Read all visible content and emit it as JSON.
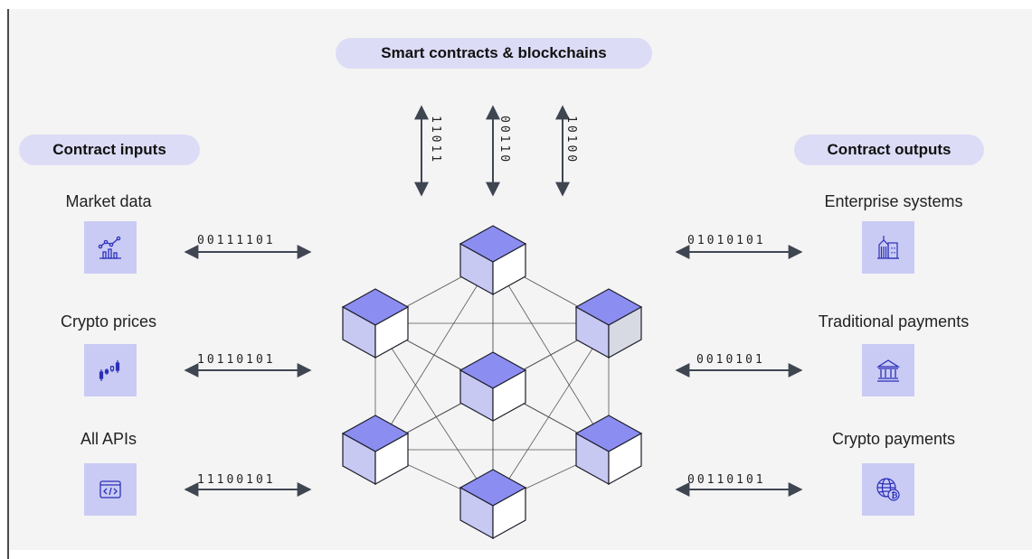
{
  "header": {
    "title": "Smart contracts & blockchains"
  },
  "inputs": {
    "heading": "Contract inputs",
    "items": [
      {
        "label": "Market data",
        "icon": "chart-icon",
        "bits": "00111101"
      },
      {
        "label": "Crypto prices",
        "icon": "candlestick-icon",
        "bits": "10110101"
      },
      {
        "label": "All APIs",
        "icon": "api-code-icon",
        "bits": "11100101"
      }
    ]
  },
  "outputs": {
    "heading": "Contract outputs",
    "items": [
      {
        "label": "Enterprise systems",
        "icon": "buildings-icon",
        "bits": "01010101"
      },
      {
        "label": "Traditional payments",
        "icon": "bank-icon",
        "bits": "0010101"
      },
      {
        "label": "Crypto payments",
        "icon": "globe-bitcoin-icon",
        "bits": "00110101"
      }
    ]
  },
  "vertical_bits": [
    "11011",
    "00110",
    "10100"
  ],
  "colors": {
    "accent": "#8b8ef0",
    "pill": "#dcdcf6",
    "icon_bg": "#c9cbf4",
    "arrow": "#3f4652"
  }
}
